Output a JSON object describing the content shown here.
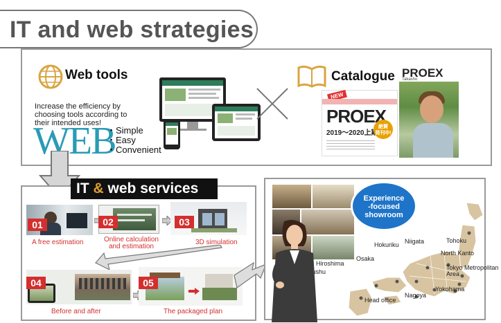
{
  "title": "IT and web strategies",
  "web_tools": {
    "heading": "Web tools",
    "description": "Increase the efficiency by choosing tools according to their intended uses!",
    "web_word": "WEB",
    "points": [
      "・Simple",
      "・Easy",
      "・Convenient"
    ]
  },
  "catalogue": {
    "heading": "Catalogue",
    "cover1": {
      "new": "NEW",
      "title": "PROEX",
      "year": "2019～2020上期",
      "badge": "絶賛\n発刊中!"
    },
    "cover2": {
      "title": "PROEX",
      "subtitle": "Takasho"
    }
  },
  "services": {
    "banner_it": "IT",
    "banner_amp": "&",
    "banner_rest": "web services",
    "steps": [
      {
        "num": "01",
        "label": "A free estimation"
      },
      {
        "num": "02",
        "label": "Online calculation\nand estimation"
      },
      {
        "num": "03",
        "label": "3D simulation"
      },
      {
        "num": "04",
        "label": "Before and after"
      },
      {
        "num": "05",
        "label": "The packaged plan"
      }
    ]
  },
  "showroom": {
    "bubble": "Experience\n-focused\nshowroom",
    "cities": [
      "Tohoku",
      "Niigata",
      "Hokuriku",
      "North Kanto",
      "Tokyo Metropolitan\nArea",
      "Osaka",
      "Hiroshima",
      "Kyushu",
      "Yokohama",
      "Nagoya",
      "Head office"
    ]
  },
  "colors": {
    "accent_red": "#d32f2f",
    "web_teal": "#2a9bb6",
    "bubble_blue": "#1e74c8",
    "map_beige": "#d8c4a0"
  }
}
